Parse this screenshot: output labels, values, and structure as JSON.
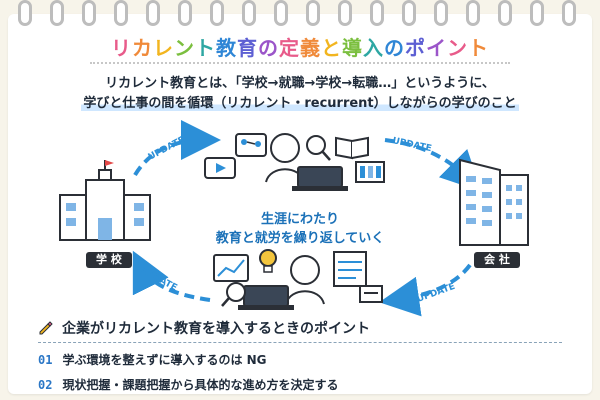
{
  "title": "リカレント教育の定義と導入のポイント",
  "title_colors": [
    "#e85b8a",
    "#f08a3a",
    "#f2b51f",
    "#7bbf3f",
    "#2ea7a3",
    "#2f86d6",
    "#5d5fd3",
    "#9b55c9",
    "#e85b8a",
    "#f08a3a",
    "#f2b51f",
    "#7bbf3f",
    "#2ea7a3",
    "#2f86d6",
    "#5d5fd3",
    "#9b55c9",
    "#e85b8a",
    "#f08a3a"
  ],
  "intro": {
    "line1": "リカレント教育とは、「学校→就職→学校→転職…」というように、",
    "line2": "学びと仕事の間を循環（リカレント・recurrent）しながらの学びのこと"
  },
  "center": {
    "line1": "生涯にわたり",
    "line2": "教育と就労を繰り返していく"
  },
  "labels": {
    "school": "学 校",
    "company": "会 社"
  },
  "update_label": "UPDATE",
  "points": {
    "heading": "企業がリカレント教育を導入するときのポイント",
    "items": [
      {
        "num": "01",
        "text": "学ぶ環境を整えずに導入するのは NG"
      },
      {
        "num": "02",
        "text": "現状把握・課題把握から具体的な進め方を決定する"
      }
    ]
  },
  "colors": {
    "accent_blue": "#1b71b8",
    "arrow_blue": "#2c8fd7",
    "dark_label": "#2b2f36"
  },
  "icons": [
    "person-laptop-icon",
    "school-building-icon",
    "office-building-icon",
    "lightbulb-icon",
    "magnifier-icon",
    "book-icon",
    "chart-icon",
    "video-player-icon",
    "pencil-icon"
  ]
}
